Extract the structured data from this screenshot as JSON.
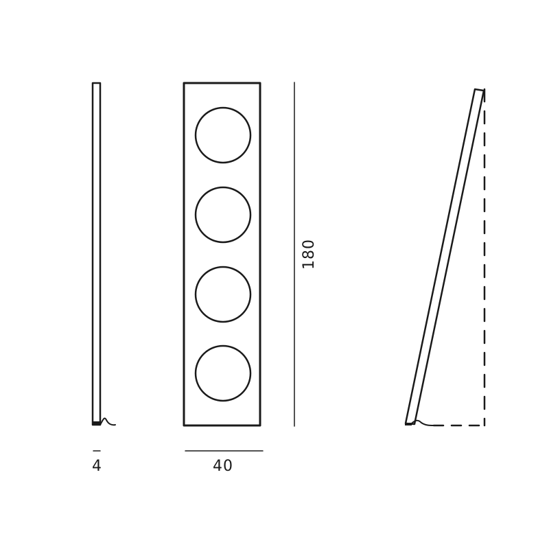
{
  "drawing": {
    "subject": "floor lamp with four round lights",
    "line_color": "#1a1a1a",
    "background": "#ffffff",
    "views": {
      "side_view": {
        "name": "side view (thickness)"
      },
      "front_view": {
        "name": "front view",
        "light_count": 4
      },
      "leaning_view": {
        "name": "leaning side view with dashed reference"
      }
    },
    "dimensions": {
      "depth": "4",
      "width": "40",
      "height": "180"
    }
  }
}
